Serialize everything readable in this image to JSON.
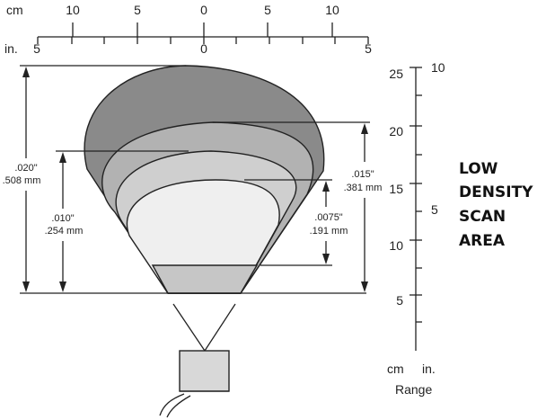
{
  "top_scale": {
    "cm_unit": "cm",
    "cm_ticks": [
      "10",
      "5",
      "0",
      "5",
      "10"
    ],
    "in_unit": "in.",
    "in_ticks": [
      "5",
      "0",
      "5"
    ]
  },
  "zones": [
    {
      "label_line1": ".020\"",
      "label_line2": ".508 mm",
      "color": "#8a8a8a"
    },
    {
      "label_line1": ".015\"",
      "label_line2": ".381 mm",
      "color": "#b2b2b2"
    },
    {
      "label_line1": ".010\"",
      "label_line2": ".254 mm",
      "color": "#cfcfcf"
    },
    {
      "label_line1": ".0075\"",
      "label_line2": ".191 mm",
      "color": "#efefef"
    }
  ],
  "range_scale": {
    "cm_ticks": [
      "25",
      "20",
      "15",
      "10",
      "5"
    ],
    "in_ticks": [
      "10",
      "5"
    ],
    "cm_unit": "cm",
    "in_unit": "in.",
    "caption": "Range"
  },
  "title": {
    "line1": "LOW",
    "line2": "DENSITY",
    "line3": "SCAN",
    "line4": "AREA"
  },
  "colors": {
    "scanner_body": "#d8d8d8",
    "cone_base": "#c6c6c6"
  }
}
